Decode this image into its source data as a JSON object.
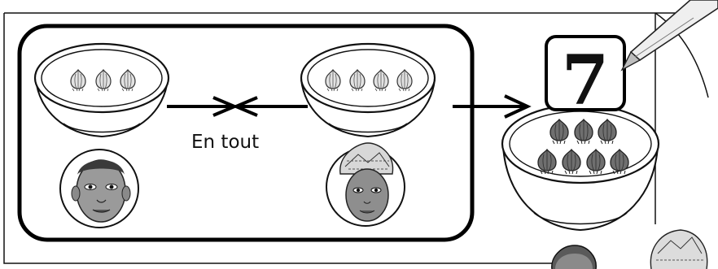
{
  "caption": "En tout",
  "result_number": "7",
  "groups": [
    {
      "person": "boy",
      "garlic_count": 3
    },
    {
      "person": "girl",
      "garlic_count": 4
    }
  ],
  "total_garlic": 7,
  "icons": [
    "bowl-icon",
    "garlic-icon",
    "boy-face-icon",
    "girl-face-icon",
    "pencil-icon",
    "arrow-icon"
  ],
  "colors": {
    "ink": "#111111",
    "garlic_dark": "#6a6a6a",
    "garlic_light": "#d8d8d8",
    "background": "#ffffff"
  }
}
